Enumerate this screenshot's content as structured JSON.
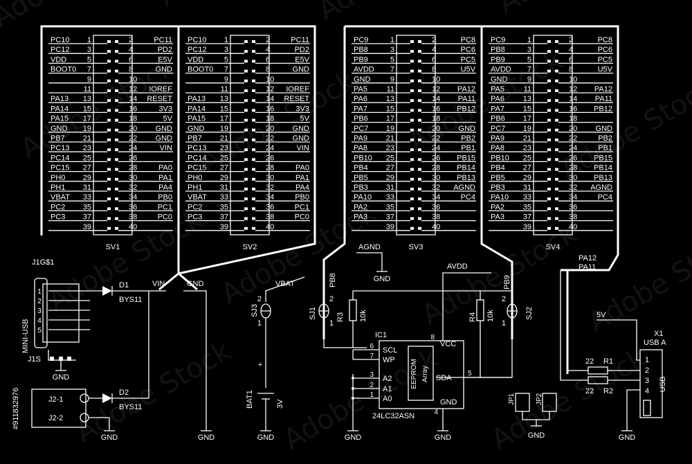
{
  "headers": {
    "left": [
      "PC10",
      "PC12",
      "VDD",
      "BOOT0",
      "",
      "",
      "PA13",
      "PA14",
      "PA15",
      "GND",
      "PB7",
      "PC13",
      "PC14",
      "PC15",
      "PH0",
      "PH1",
      "VBAT",
      "PC2",
      "PC3"
    ],
    "left_odd": [
      "1",
      "3",
      "5",
      "7",
      "9",
      "11",
      "13",
      "15",
      "17",
      "19",
      "21",
      "23",
      "25",
      "27",
      "29",
      "31",
      "33",
      "35",
      "37",
      "39"
    ],
    "left_even": [
      "2",
      "4",
      "6",
      "8",
      "10",
      "12",
      "14",
      "16",
      "18",
      "20",
      "22",
      "24",
      "26",
      "28",
      "30",
      "32",
      "34",
      "36",
      "38",
      "40"
    ],
    "left_right": [
      "PC11",
      "PD2",
      "E5V",
      "GND",
      "",
      "IOREF",
      "RESET",
      "3V3",
      "5V",
      "GND",
      "GND",
      "VIN",
      "",
      "PA0",
      "PA1",
      "PA4",
      "PB0",
      "PC1",
      "PC0",
      ""
    ],
    "left_left": [
      "PC10",
      "PC12",
      "VDD",
      "BOOT0",
      "",
      "",
      "PA13",
      "PA14",
      "PA15",
      "GND",
      "PB7",
      "PC13",
      "PC14",
      "PC15",
      "PH0",
      "PH1",
      "VBAT",
      "PC2",
      "PC3",
      ""
    ],
    "right_left": [
      "PC9",
      "PB8",
      "PB9",
      "AVDD",
      "GND",
      "PA5",
      "PA6",
      "PA7",
      "PB6",
      "PC7",
      "PA9",
      "PA8",
      "PB10",
      "PB4",
      "PB5",
      "PB3",
      "PA10",
      "PA2",
      "PA3",
      ""
    ],
    "right_right": [
      "PC8",
      "PC6",
      "PC5",
      "U5V",
      "",
      "PA12",
      "PA11",
      "PB12",
      "",
      "GND",
      "PB2",
      "PB1",
      "PB15",
      "PB14",
      "PB13",
      "AGND",
      "PC4",
      "",
      "",
      ""
    ],
    "names": [
      "SV1",
      "SV2",
      "SV3",
      "SV4"
    ]
  },
  "nets": {
    "vin": "VIN",
    "gnd": "GND",
    "vbat": "VBAT",
    "agnd": "AGND",
    "avdd": "AVDD",
    "pa12": "PA12",
    "pa11": "PA11",
    "v5": "5V"
  },
  "parts": {
    "conn": "J1G$1",
    "conn_type": "MINI-USB",
    "conn_pins": [
      "1",
      "2",
      "3",
      "4",
      "5"
    ],
    "conn_s": "J1S",
    "d1": "D1",
    "d1_type": "BYS11",
    "d2": "D2",
    "d2_type": "BYS11",
    "j2_1": "J2-1",
    "j2_2": "J2-2",
    "sj3": "SJ3",
    "sj1": "SJ1",
    "sj2": "SJ2",
    "pb8": "PB8",
    "pb9": "PB9",
    "sj_pins": [
      "1",
      "2"
    ],
    "r3": "R3",
    "r4": "R4",
    "r_val": "10k",
    "bat": "BAT1",
    "bat_v": "3V",
    "plus": "+",
    "ic": "IC1",
    "ic_type": "24LC32ASN",
    "ic_pins_left": [
      "SCL",
      "WP",
      "A2",
      "A1",
      "A0"
    ],
    "ic_pins_left_num": [
      "6",
      "7",
      "3",
      "2",
      "1"
    ],
    "ic_vcc": "VCC",
    "ic_vcc_num": "8",
    "ic_sda": "SDA",
    "ic_sda_num": "5",
    "ic_gnd": "GND",
    "ic_gnd_num": "4",
    "eeprom": "EEPROM",
    "array": "Array",
    "jp1": "JP1",
    "jp2": "JP2",
    "r1": "R1",
    "r2": "R2",
    "r12_val": "22",
    "x1": "X1",
    "x1_type": "USB A",
    "usb": "USB",
    "x1_pins": [
      "1",
      "2",
      "3",
      "4"
    ]
  },
  "watermark": {
    "text": "Adobe Stock",
    "id": "#911832976"
  }
}
